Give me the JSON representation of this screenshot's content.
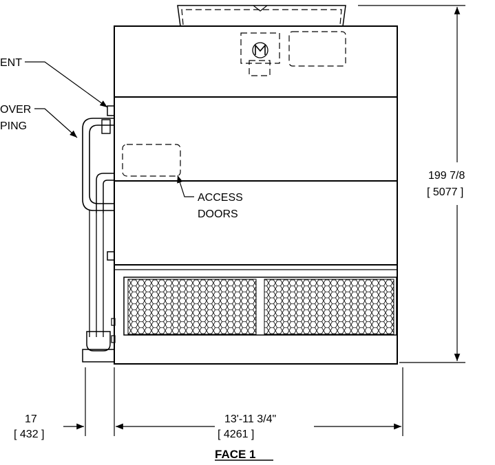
{
  "labels": {
    "vent": "ENT",
    "crossover_line1": "OVER",
    "crossover_line2": "PING",
    "access_line1": "ACCESS",
    "access_line2": "DOORS",
    "height_imperial": "199 7/8",
    "height_metric": "[ 5077 ]",
    "offset_imperial": "17",
    "offset_metric": "[ 432 ]",
    "width_imperial": "13'-11 3/4\"",
    "width_metric": "[ 4261 ]",
    "title": "FACE 1"
  }
}
